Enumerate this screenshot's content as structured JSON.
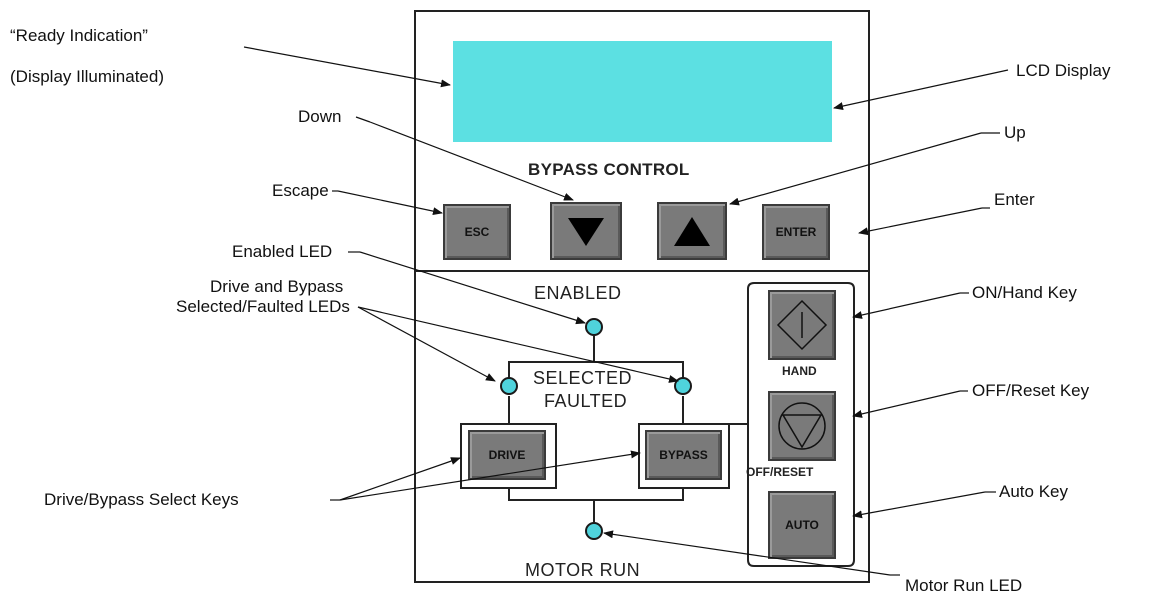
{
  "callouts": {
    "ready_line1": "“Ready Indication”",
    "ready_line2": "(Display Illuminated)",
    "down": "Down",
    "escape": "Escape",
    "enabled_led": "Enabled LED",
    "drive_bypass_line1": "Drive and Bypass",
    "drive_bypass_line2": "Selected/Faulted LEDs",
    "select_keys": "Drive/Bypass Select Keys",
    "lcd_display": "LCD Display",
    "up": "Up",
    "enter": "Enter",
    "on_hand_key": "ON/Hand Key",
    "off_reset_key": "OFF/Reset Key",
    "auto_key": "Auto Key",
    "motor_run_led": "Motor Run LED"
  },
  "panel": {
    "title": "BYPASS CONTROL",
    "enabled": "ENABLED",
    "selected": "SELECTED",
    "faulted": "FAULTED",
    "motor_run": "MOTOR  RUN",
    "hand_label": "HAND",
    "off_reset_label": "OFF/RESET",
    "keys": {
      "esc": "ESC",
      "enter": "ENTER",
      "drive": "DRIVE",
      "bypass": "BYPASS",
      "auto": "AUTO"
    }
  },
  "colors": {
    "lcd": "#5ce0e2",
    "led": "#4fd3dc",
    "key": "#7a7a7a"
  }
}
